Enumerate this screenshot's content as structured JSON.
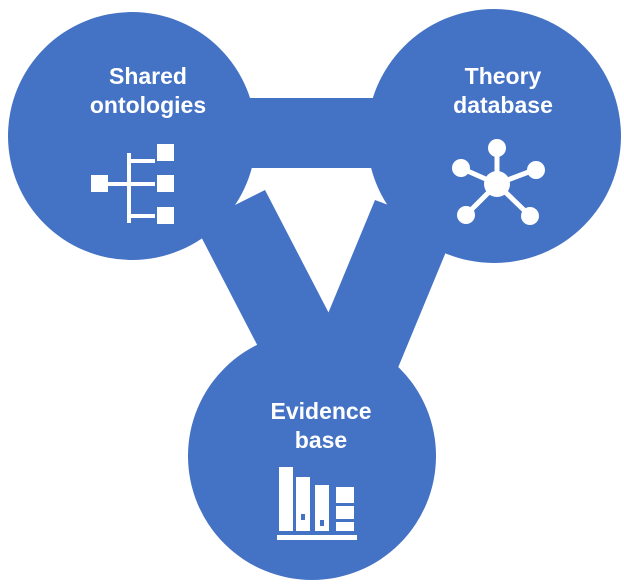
{
  "diagram": {
    "colors": {
      "node_fill": "#4472C4",
      "connector_fill": "#4472C4",
      "icon_fill": "#ffffff",
      "label_color": "#ffffff",
      "background": "#ffffff"
    },
    "nodes": [
      {
        "id": "shared-ontologies",
        "label_line1": "Shared",
        "label_line2": "ontologies",
        "icon": "hierarchy-tree-icon"
      },
      {
        "id": "theory-database",
        "label_line1": "Theory",
        "label_line2": "database",
        "icon": "network-hub-icon"
      },
      {
        "id": "evidence-base",
        "label_line1": "Evidence",
        "label_line2": "base",
        "icon": "books-shelf-icon"
      }
    ]
  }
}
